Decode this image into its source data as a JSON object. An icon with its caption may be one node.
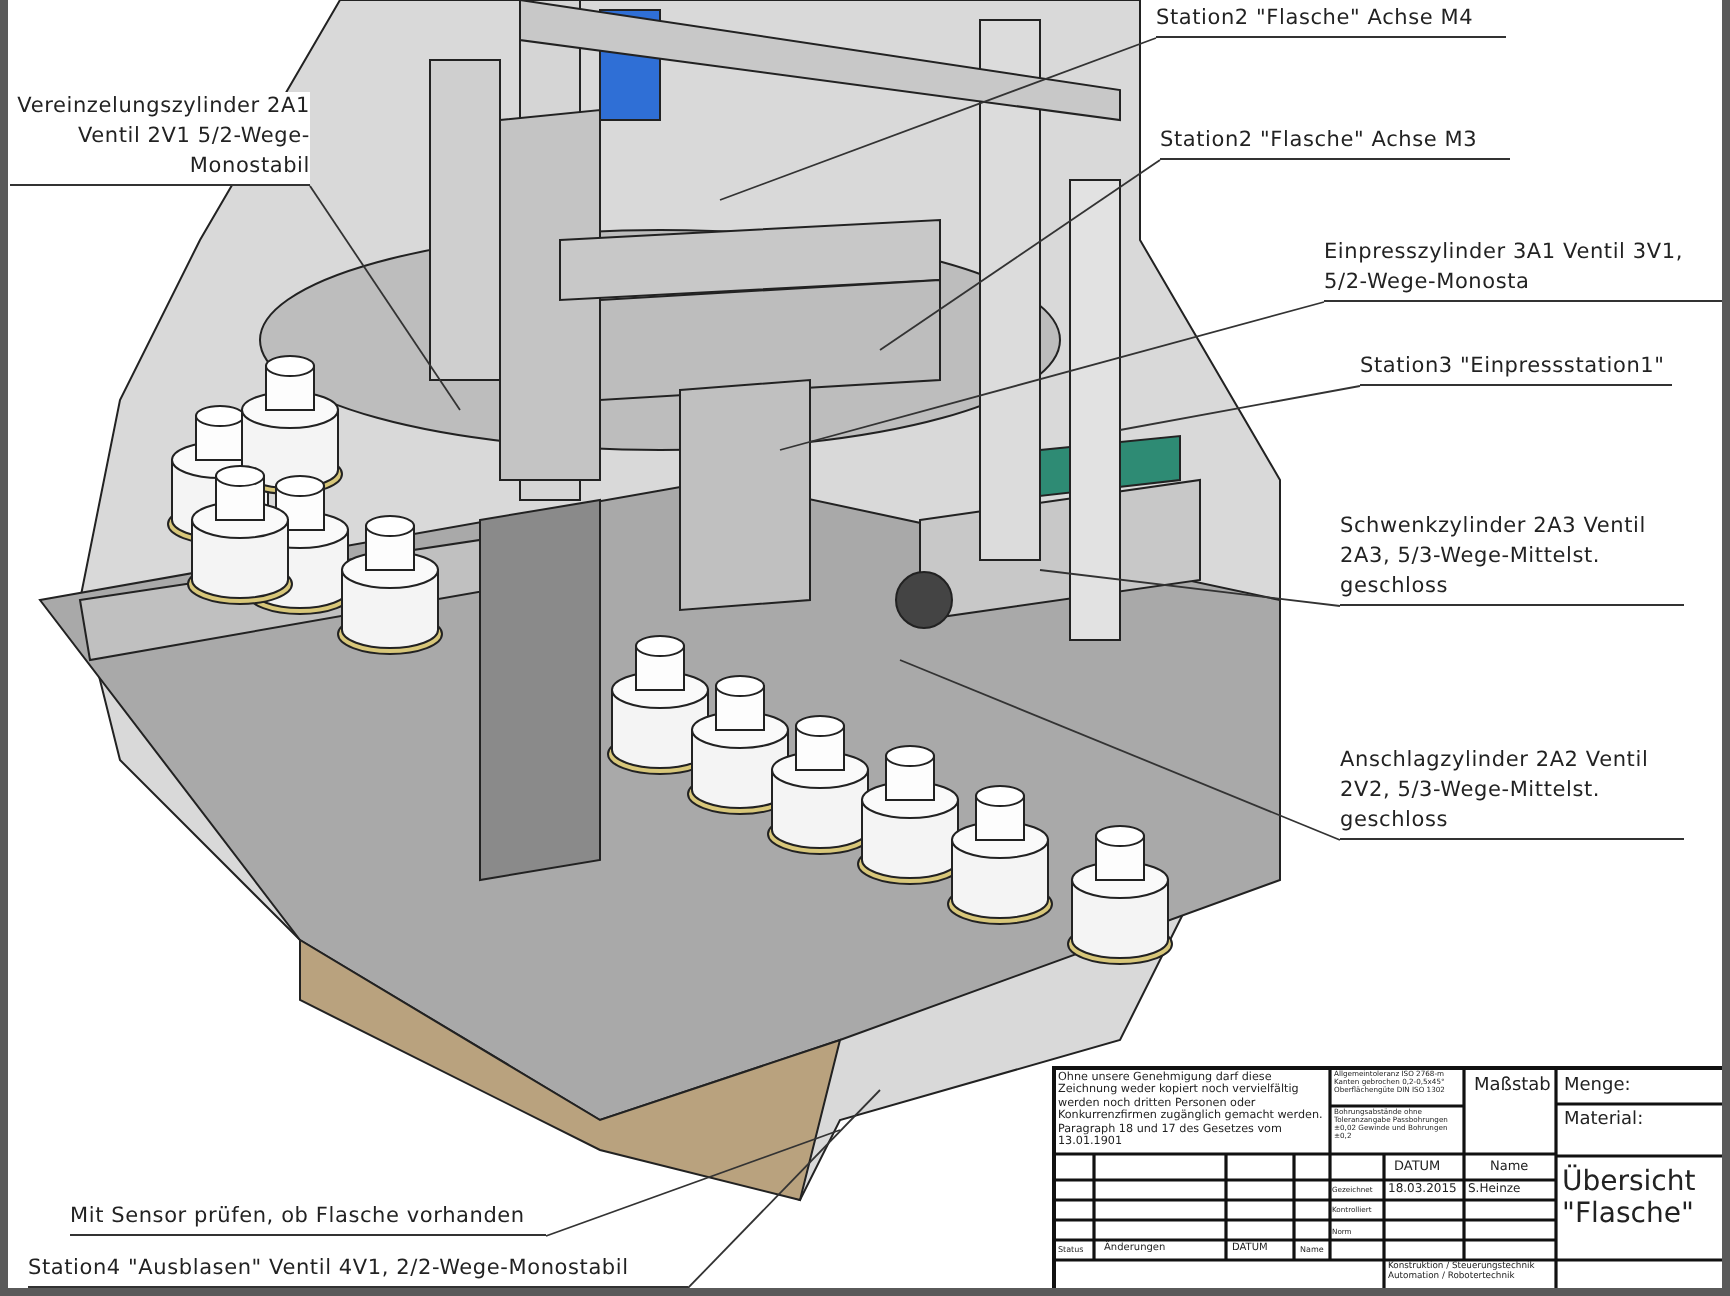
{
  "diagram": {
    "nodes": [
      {
        "text": [
          "Vereinzelungszylinder 2A1 Ventil 2V1 5/2-Wege-Monostabil"
        ]
      },
      {
        "text": [
          "Station2 \"Flasche\" Achse M4"
        ]
      },
      {
        "text": [
          "Station2 \"Flasche\" Achse M3"
        ]
      },
      {
        "text": [
          "Einpresszylinder 3A1 Ventil 3V1, 5/2-Wege-Monosta"
        ]
      },
      {
        "text": [
          "Station3 \"Einpressstation1\""
        ]
      },
      {
        "text": [
          "Schwenkzylinder 2A3 Ventil 2A3, 5/3-Wege-Mittelst. geschloss"
        ]
      },
      {
        "text": [
          "Anschlagzylinder 2A2 Ventil 2V2, 5/3-Wege-Mittelst. geschloss"
        ]
      },
      {
        "text": [
          "Mit Sensor prüfen, ob Flasche vorhanden"
        ]
      },
      {
        "text": [
          "Station4 \"Ausblasen\" Ventil 4V1, 2/2-Wege-Monostabil"
        ]
      }
    ],
    "edges": [
      {
        "from": 0,
        "to": null,
        "arrow": "none"
      },
      {
        "from": 1,
        "to": null,
        "arrow": "none"
      },
      {
        "from": 2,
        "to": null,
        "arrow": "none"
      },
      {
        "from": 3,
        "to": null,
        "arrow": "none"
      },
      {
        "from": 4,
        "to": null,
        "arrow": "none"
      },
      {
        "from": 5,
        "to": null,
        "arrow": "none"
      },
      {
        "from": 6,
        "to": null,
        "arrow": "none"
      },
      {
        "from": 7,
        "to": null,
        "arrow": "none"
      },
      {
        "from": 8,
        "to": null,
        "arrow": "none"
      }
    ],
    "labels": [
      "Ohne unsere Genehmigung darf diese Zeichnung weder kopiert noch vervielfältig werden noch dritten Personen oder Konkurrenzfirmen zugänglich gemacht werden. Paragraph 18 und 17 des Gesetzes vom 13.01.1901",
      "Allgemeintoleranz ISO 2768-m Kanten gebrochen 0,2-0,5x45° Oberflächengüte DIN ISO 1302",
      "Bohrungsabstände ohne Toleranzangabe Passbohrungen ±0,02 Gewinde und Bohrungen ±0,2",
      "Maßstab",
      "Menge:",
      "Material:",
      "DATUM",
      "Name",
      "Gezeichnet",
      "18.03.2015",
      "S.Heinze",
      "Übersicht \"Flasche\"",
      "Kontrolliert",
      "Norm",
      "Status",
      "Änderungen",
      "DATUM",
      "Name",
      "Konstruktion / Steuerungstechnik Automation / Robotertechnik"
    ]
  }
}
